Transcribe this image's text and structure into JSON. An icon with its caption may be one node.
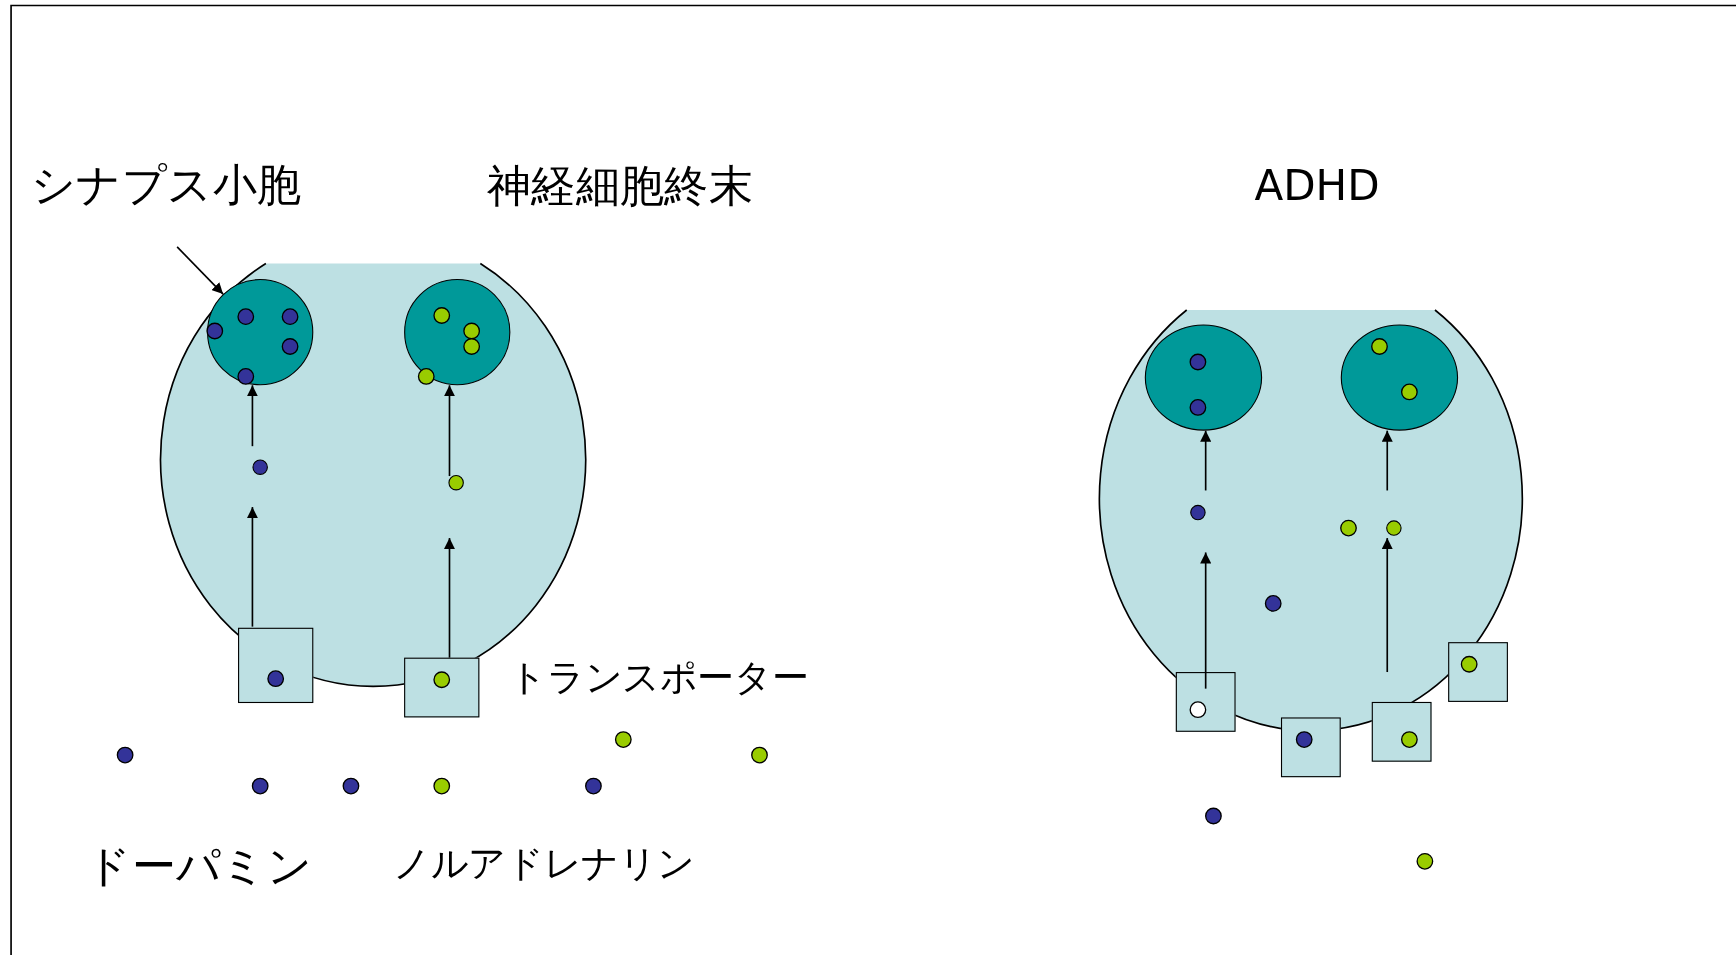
{
  "diagram": {
    "nodes": [
      {
        "text": [
          "神経細胞終末"
        ]
      },
      {
        "text": [],
        "shape": "circle",
        "in": 0
      },
      {
        "text": [],
        "shape": "circle",
        "in": 0
      },
      {
        "text": [],
        "shape": "circle",
        "in": 0
      },
      {
        "text": [],
        "shape": "circle",
        "in": 0
      },
      {
        "text": [],
        "shape": "box"
      },
      {
        "text": [],
        "shape": "box",
        "beside": [
          "トランスポーター"
        ]
      },
      {
        "text": [
          "シナプス小胞"
        ]
      },
      {
        "text": [
          "ADHD"
        ]
      },
      {
        "text": [],
        "shape": "circle",
        "in": 8
      },
      {
        "text": [],
        "shape": "circle",
        "in": 8
      },
      {
        "text": [],
        "shape": "circle",
        "in": 8
      },
      {
        "text": [],
        "shape": "circle",
        "in": 8
      },
      {
        "text": [],
        "shape": "box"
      },
      {
        "text": [],
        "shape": "box"
      },
      {
        "text": [],
        "shape": "box"
      },
      {
        "text": [],
        "shape": "box"
      }
    ],
    "edges": [
      {
        "from": 5,
        "to": 3,
        "arrow": "to"
      },
      {
        "from": 3,
        "to": 1,
        "arrow": "to"
      },
      {
        "from": 6,
        "to": 4,
        "arrow": "to"
      },
      {
        "from": 4,
        "to": 2,
        "arrow": "to"
      },
      {
        "from": 7,
        "to": 1,
        "arrow": "to"
      },
      {
        "from": 13,
        "to": 11,
        "arrow": "to"
      },
      {
        "from": 11,
        "to": 9,
        "arrow": "to"
      },
      {
        "from": null,
        "to": 12,
        "arrow": "to"
      },
      {
        "from": 12,
        "to": 10,
        "arrow": "to"
      }
    ],
    "labels": [
      "ドーパミン",
      "ノルアドレナリン"
    ]
  }
}
